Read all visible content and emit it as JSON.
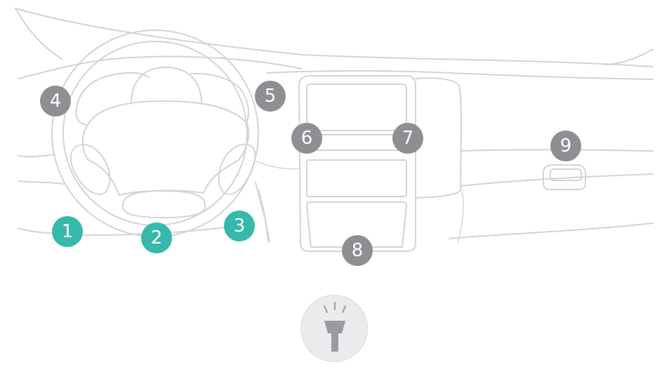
{
  "diagram": {
    "locations": [
      {
        "id": "1",
        "label": "1",
        "group": "primary",
        "color": "#36b8aa"
      },
      {
        "id": "2",
        "label": "2",
        "group": "primary",
        "color": "#36b8aa"
      },
      {
        "id": "3",
        "label": "3",
        "group": "primary",
        "color": "#36b8aa"
      },
      {
        "id": "4",
        "label": "4",
        "group": "secondary",
        "color": "#8f8f93"
      },
      {
        "id": "5",
        "label": "5",
        "group": "secondary",
        "color": "#8f8f93"
      },
      {
        "id": "6",
        "label": "6",
        "group": "secondary",
        "color": "#8f8f93"
      },
      {
        "id": "7",
        "label": "7",
        "group": "secondary",
        "color": "#8f8f93"
      },
      {
        "id": "8",
        "label": "8",
        "group": "secondary",
        "color": "#8f8f93"
      },
      {
        "id": "9",
        "label": "9",
        "group": "secondary",
        "color": "#8f8f93"
      }
    ],
    "line_color": "#d4d4d4"
  },
  "connector_button": {
    "icon": "obd-connector-icon",
    "background": "#ebebee",
    "icon_color": "#9a9aa0"
  }
}
